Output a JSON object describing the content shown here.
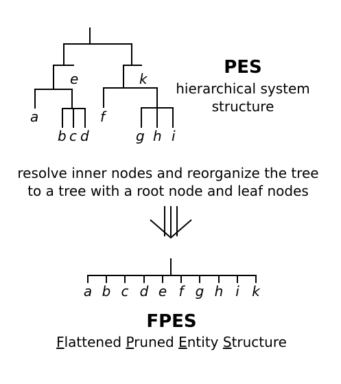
{
  "pes": {
    "title": "PES",
    "subtitle_line1": "hierarchical system",
    "subtitle_line2": "structure",
    "inner_labels": [
      "e",
      "k"
    ],
    "leaves": [
      "a",
      "b",
      "c",
      "d",
      "f",
      "g",
      "h",
      "i"
    ]
  },
  "transform": {
    "line1": "resolve inner nodes and reorganize the tree",
    "line2": "to a tree with a root node and leaf nodes",
    "arrow_icon": "triple-down-arrow"
  },
  "fpes": {
    "title": "FPES",
    "leaves": [
      "a",
      "b",
      "c",
      "d",
      "e",
      "f",
      "g",
      "h",
      "i",
      "k"
    ],
    "expansion": [
      {
        "initial": "F",
        "rest": "lattened"
      },
      {
        "initial": "P",
        "rest": "runed"
      },
      {
        "initial": "E",
        "rest": "ntity"
      },
      {
        "initial": "S",
        "rest": "tructure"
      }
    ]
  }
}
